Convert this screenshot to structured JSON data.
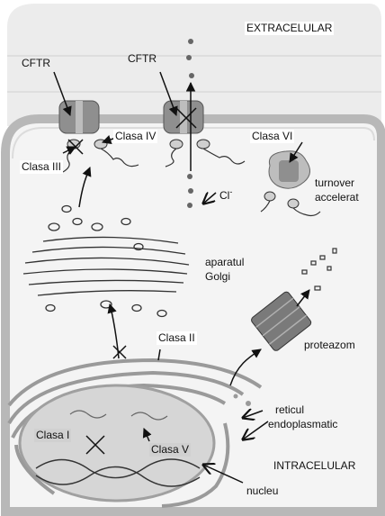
{
  "labels": {
    "extracelular": "EXTRACELULAR",
    "intracelular": "INTRACELULAR",
    "cftr_left": "CFTR",
    "cftr_middle": "CFTR",
    "clasa_i": "Clasa I",
    "clasa_ii": "Clasa II",
    "clasa_iii": "Clasa III",
    "clasa_iv": "Clasa IV",
    "clasa_v": "Clasa V",
    "clasa_vi": "Clasa VI",
    "cl": "Cl",
    "cl_superscript": "-",
    "turnover_line1": "turnover",
    "turnover_line2": "accelerat",
    "golgi_line1": "aparatul",
    "golgi_line2": "Golgi",
    "proteazom": "proteazom",
    "reticul_line1": "reticul",
    "reticul_line2": "endoplasmatic",
    "nucleu": "nucleu"
  },
  "colors": {
    "extracellular_bg": "#ececec",
    "cytoplasm_bg": "#f4f4f4",
    "membrane": "#b8b8b8",
    "channel": "#8f8f8f",
    "nucleus_fill": "#d6d6d6",
    "proteasome": "#7a7a7a",
    "line": "#222222"
  }
}
